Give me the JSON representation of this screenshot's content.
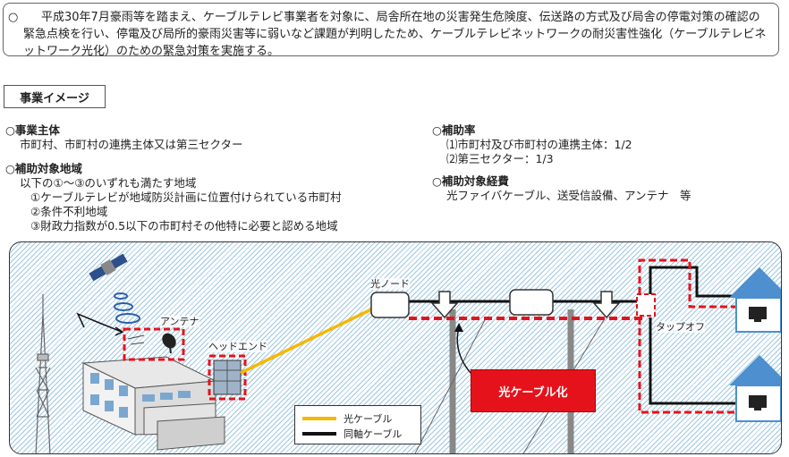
{
  "intro": {
    "mark": "○",
    "text": "平成30年7月豪雨等を踏まえ、ケーブルテレビ事業者を対象に、局舎所在地の災害発生危険度、伝送路の方式及び局舎の停電対策の確認の緊急点検を行い、停電及び局所的豪雨災害等に弱いなど課題が判明したため、ケーブルテレビネットワークの耐災害性強化（ケーブルテレビネットワーク光化）のための緊急対策を実施する。"
  },
  "section_label": "事業イメージ",
  "jigyo_shutai": {
    "heading": "○事業主体",
    "body": "市町村、市町村の連携主体又は第三セクター"
  },
  "hojo_chiiki": {
    "heading": "○補助対象地域",
    "lead": "以下の①～③のいずれも満たす地域",
    "items": [
      "①ケーブルテレビが地域防災計画に位置付けられている市町村",
      "②条件不利地域",
      "③財政力指数が0.5以下の市町村その他特に必要と認める地域"
    ]
  },
  "hojo_ritsu": {
    "heading": "○補助率",
    "items": [
      "⑴市町村及び市町村の連携主体：1/2",
      "⑵第三セクター：1/3"
    ]
  },
  "hojo_keihi": {
    "heading": "○補助対象経費",
    "body": "光ファイバケーブル、送受信設備、アンテナ　等"
  },
  "diagram": {
    "antenna_label": "アンテナ",
    "headend_label": "ヘッドエンド",
    "optical_node_label": "光ノード",
    "tapoff_label": "タップオフ",
    "conversion_label": "光ケーブル化",
    "legend": [
      {
        "label": "光ケーブル",
        "color": "#f5b800"
      },
      {
        "label": "同軸ケーブル",
        "color": "#111111"
      }
    ],
    "colors": {
      "highlight": "#e6121b",
      "hatch": "#9cc7e2",
      "house": "#4d8fcf"
    }
  }
}
